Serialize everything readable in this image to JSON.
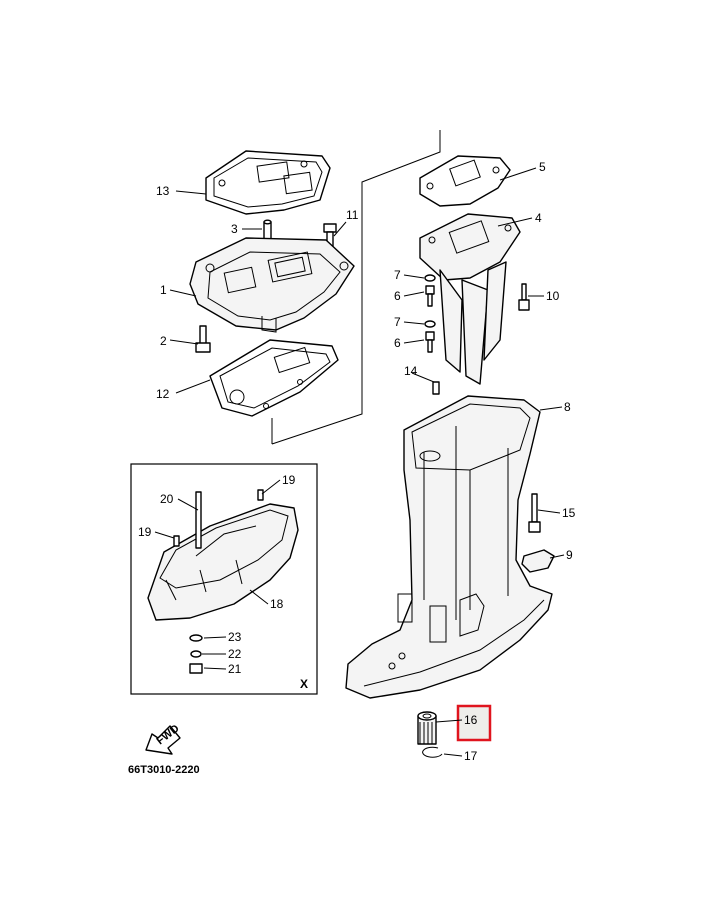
{
  "callouts": [
    {
      "id": "c13",
      "text": "13"
    },
    {
      "id": "c3",
      "text": "3"
    },
    {
      "id": "c11",
      "text": "11"
    },
    {
      "id": "c1",
      "text": "1"
    },
    {
      "id": "c2",
      "text": "2"
    },
    {
      "id": "c12",
      "text": "12"
    },
    {
      "id": "c5",
      "text": "5"
    },
    {
      "id": "c4",
      "text": "4"
    },
    {
      "id": "c7a",
      "text": "7"
    },
    {
      "id": "c6a",
      "text": "6"
    },
    {
      "id": "c10",
      "text": "10"
    },
    {
      "id": "c7b",
      "text": "7"
    },
    {
      "id": "c6b",
      "text": "6"
    },
    {
      "id": "c14",
      "text": "14"
    },
    {
      "id": "c8",
      "text": "8"
    },
    {
      "id": "c15",
      "text": "15"
    },
    {
      "id": "c9",
      "text": "9"
    },
    {
      "id": "c19a",
      "text": "19"
    },
    {
      "id": "c20",
      "text": "20"
    },
    {
      "id": "c19b",
      "text": "19"
    },
    {
      "id": "c18",
      "text": "18"
    },
    {
      "id": "c23",
      "text": "23"
    },
    {
      "id": "c22",
      "text": "22"
    },
    {
      "id": "c21",
      "text": "21"
    },
    {
      "id": "c16",
      "text": "16"
    },
    {
      "id": "c17",
      "text": "17"
    }
  ],
  "inset_mark": "X",
  "fwd_label": "FWD",
  "diagram_code": "66T3010-2220",
  "highlight": {
    "part": "16",
    "color": "#e0141e",
    "fill": "#eeeeea"
  }
}
